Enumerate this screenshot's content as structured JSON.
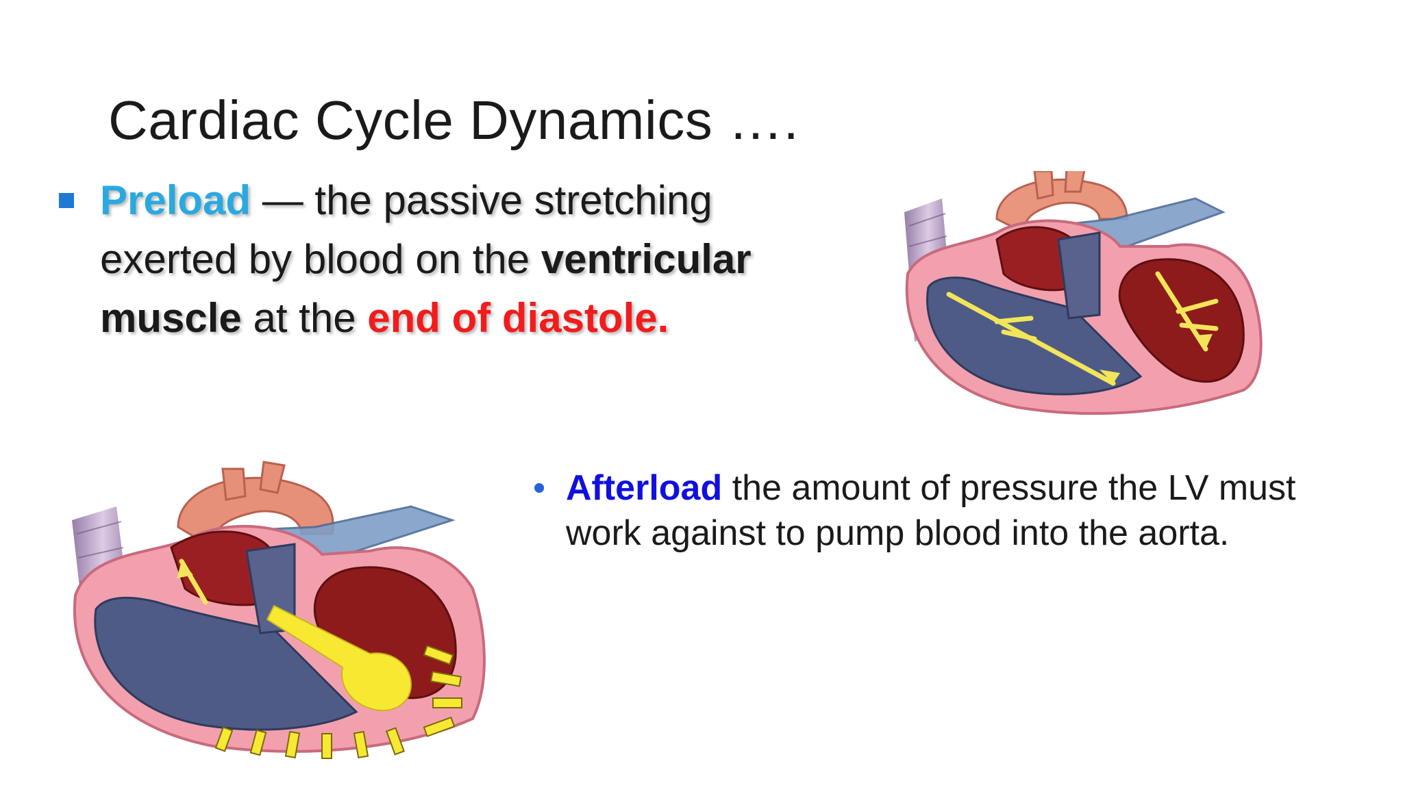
{
  "slide": {
    "title": "Cardiac Cycle Dynamics ….",
    "preload": {
      "term": "Preload",
      "segment1": " — the passive stretching exerted by blood on the ",
      "bold1": "ventricular muscle",
      "segment2": " at the ",
      "highlight": "end of diastole."
    },
    "afterload": {
      "bullet": "•",
      "term": "Afterload",
      "text": " the amount of pressure the LV must work against to pump blood into the aorta."
    }
  },
  "colors": {
    "preload_term": "#29a9e0",
    "afterload_term": "#1010e0",
    "highlight": "#f31b1b",
    "square_bullet": "#1e78d4"
  },
  "images": {
    "heart_top": {
      "icon": "heart-diastole-filling-illustration"
    },
    "heart_bottom": {
      "icon": "heart-systole-ejection-illustration"
    }
  }
}
